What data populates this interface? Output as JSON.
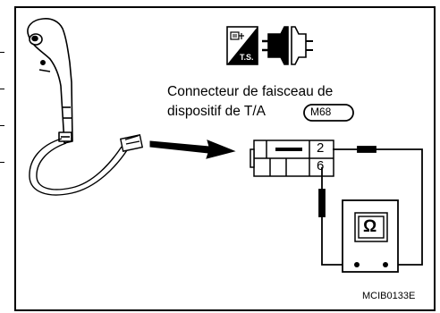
{
  "caption": {
    "line1": "Connecteur de faisceau de",
    "line2": "dispositif de T/A",
    "connector_code": "M68"
  },
  "badge": {
    "ts_text": "T.S."
  },
  "terminals": {
    "upper": "2",
    "lower": "6"
  },
  "meter": {
    "symbol": "Ω"
  },
  "figure_id": "MCIB0133E",
  "icons": [
    "connector-plug-icon",
    "harness-connector-icon",
    "ohmmeter-icon",
    "selector-lever-icon"
  ]
}
